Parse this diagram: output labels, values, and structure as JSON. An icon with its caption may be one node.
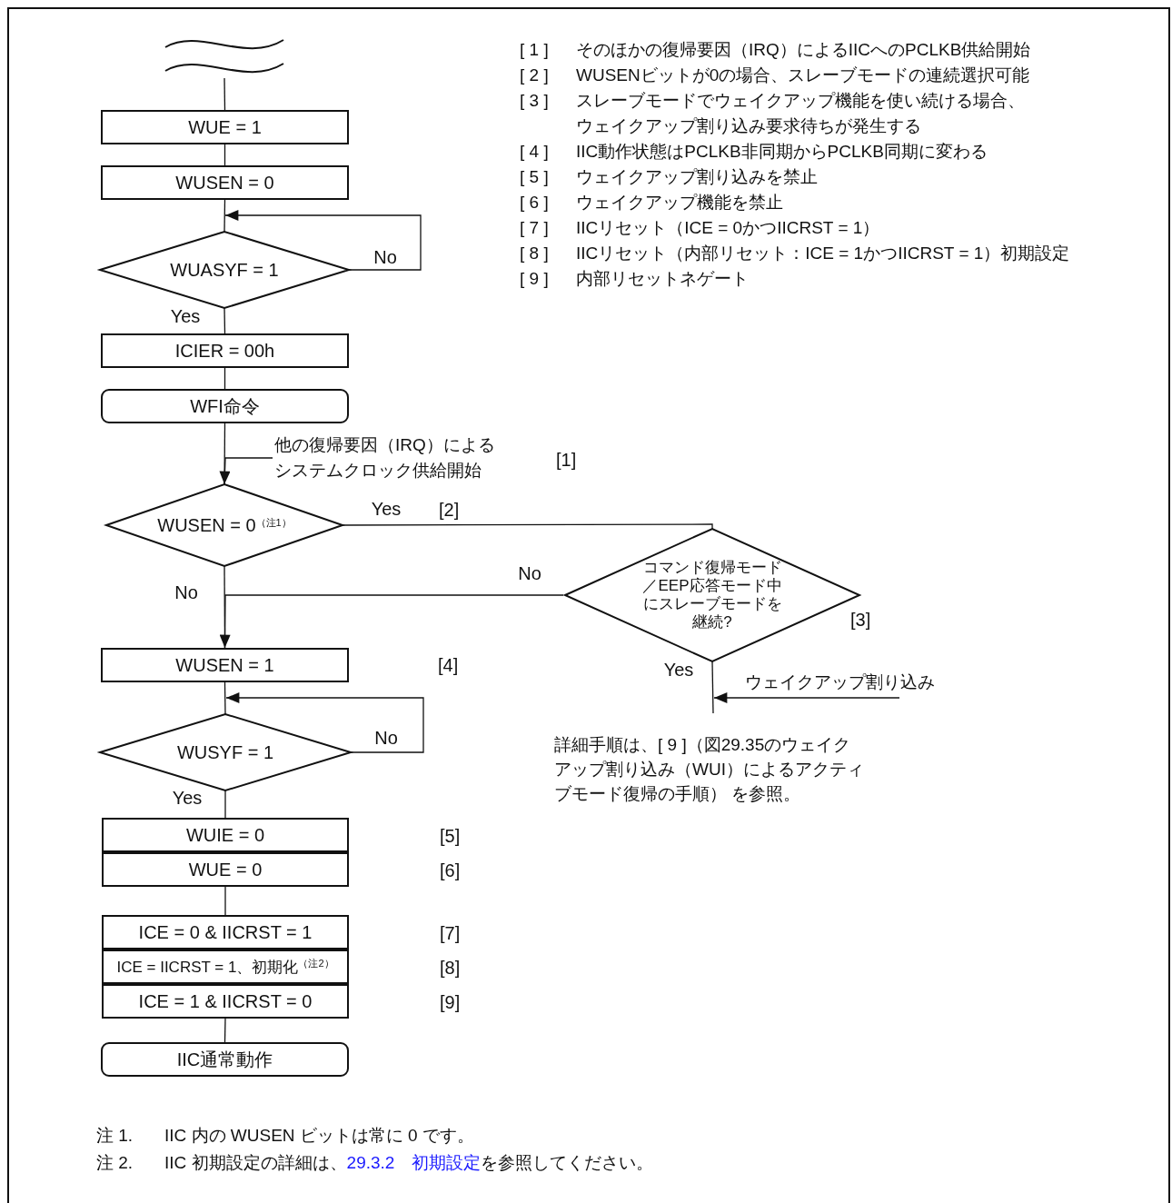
{
  "diagram": {
    "nodes": [
      {
        "text": [],
        "shape": "wave"
      },
      {
        "text": [
          "WUE = 1"
        ]
      },
      {
        "text": [
          "WUSEN = 0"
        ]
      },
      {
        "text": [
          "WUASYF = 1"
        ]
      },
      {
        "text": [
          "ICIER = 00h"
        ]
      },
      {
        "text": [
          "WFI命令"
        ]
      },
      {
        "text": [
          "WUSEN = 0$^{（注1）}$"
        ]
      },
      {
        "text": [
          "コマンド復帰モード／EEP応答モード中にスレーブモードを継続?"
        ]
      },
      {
        "text": [
          "WUSEN = 1"
        ]
      },
      {
        "text": [
          "WUSYF = 1"
        ]
      },
      {
        "text": [
          "WUIE = 0"
        ]
      },
      {
        "text": [
          "WUE = 0"
        ]
      },
      {
        "text": [
          "ICE = 0 & IICRST = 1"
        ]
      },
      {
        "text": [
          "ICE = IICRST = 1、初期化$^{（注2）}$"
        ]
      },
      {
        "text": [
          "ICE = 1 & IICRST = 0"
        ]
      },
      {
        "text": [
          "IIC通常動作"
        ]
      },
      {
        "text": [
          "他の復帰要因（IRQ）によるシステムクロック供給開始"
        ]
      },
      {
        "text": [
          "ウェイクアップ割り込み"
        ]
      }
    ],
    "edges": [
      {
        "from": 0,
        "to": 1,
        "arrow": "none"
      },
      {
        "from": 1,
        "to": 2,
        "arrow": "none"
      },
      {
        "from": 2,
        "to": 3,
        "arrow": "none"
      },
      {
        "from": 3,
        "to": 3,
        "arrow": "to",
        "label": "No"
      },
      {
        "from": 3,
        "to": 4,
        "arrow": "none",
        "label": "Yes"
      },
      {
        "from": 4,
        "to": 5,
        "arrow": "none"
      },
      {
        "from": 5,
        "to": 6,
        "arrow": "none"
      },
      {
        "from": 16,
        "to": 6,
        "arrow": "to"
      },
      {
        "from": 6,
        "to": 7,
        "arrow": "none",
        "label": "Yes"
      },
      {
        "from": 7,
        "to": 8,
        "arrow": "to",
        "label": "No"
      },
      {
        "from": 6,
        "to": 8,
        "arrow": "none",
        "label": "No"
      },
      {
        "from": 7,
        "to": null,
        "arrow": "none",
        "label": "Yes"
      },
      {
        "from": 17,
        "to": null,
        "arrow": "to"
      },
      {
        "from": 8,
        "to": 9,
        "arrow": "none"
      },
      {
        "from": 9,
        "to": 9,
        "arrow": "to",
        "label": "No"
      },
      {
        "from": 9,
        "to": 10,
        "arrow": "none",
        "label": "Yes"
      },
      {
        "from": 11,
        "to": 12,
        "arrow": "none"
      },
      {
        "from": 14,
        "to": 15,
        "arrow": "none"
      }
    ],
    "labels": [
      "[ 1 ]",
      "そのほかの復帰要因（IRQ）によるIICへのPCLKB供給開始",
      "[ 2 ]",
      "WUSENビットが0の場合、スレーブモードの連続選択可能",
      "[ 3 ]",
      "スレーブモードでウェイクアップ機能を使い続ける場合、ウェイクアップ割り込み要求待ちが発生する",
      "[ 4 ]",
      "IIC動作状態はPCLKB非同期からPCLKB同期に変わる",
      "[ 5 ]",
      "ウェイクアップ割り込みを禁止",
      "[ 6 ]",
      "ウェイクアップ機能を禁止",
      "[ 7 ]",
      "IICリセット（ICE = 0かつIICRST = 1）",
      "[ 8 ]",
      "IICリセット（内部リセット：ICE = 1かつIICRST = 1）初期設定",
      "[ 9 ]",
      "内部リセットネゲート",
      "[1]",
      "[2]",
      "[3]",
      "[4]",
      "詳細手順は、[ 9 ]（図29.35のウェイクアップ割り込み（WUI）によるアクティブモード復帰の手順） を参照。",
      "[5]",
      "[6]",
      "[7]",
      "[8]",
      "[9]",
      "注 1.",
      "IIC 内の WUSEN ビットは常に 0 です。",
      "注 2.",
      "IIC 初期設定の詳細は、",
      "29.3.2　初期設定",
      "を参照してください。"
    ]
  }
}
